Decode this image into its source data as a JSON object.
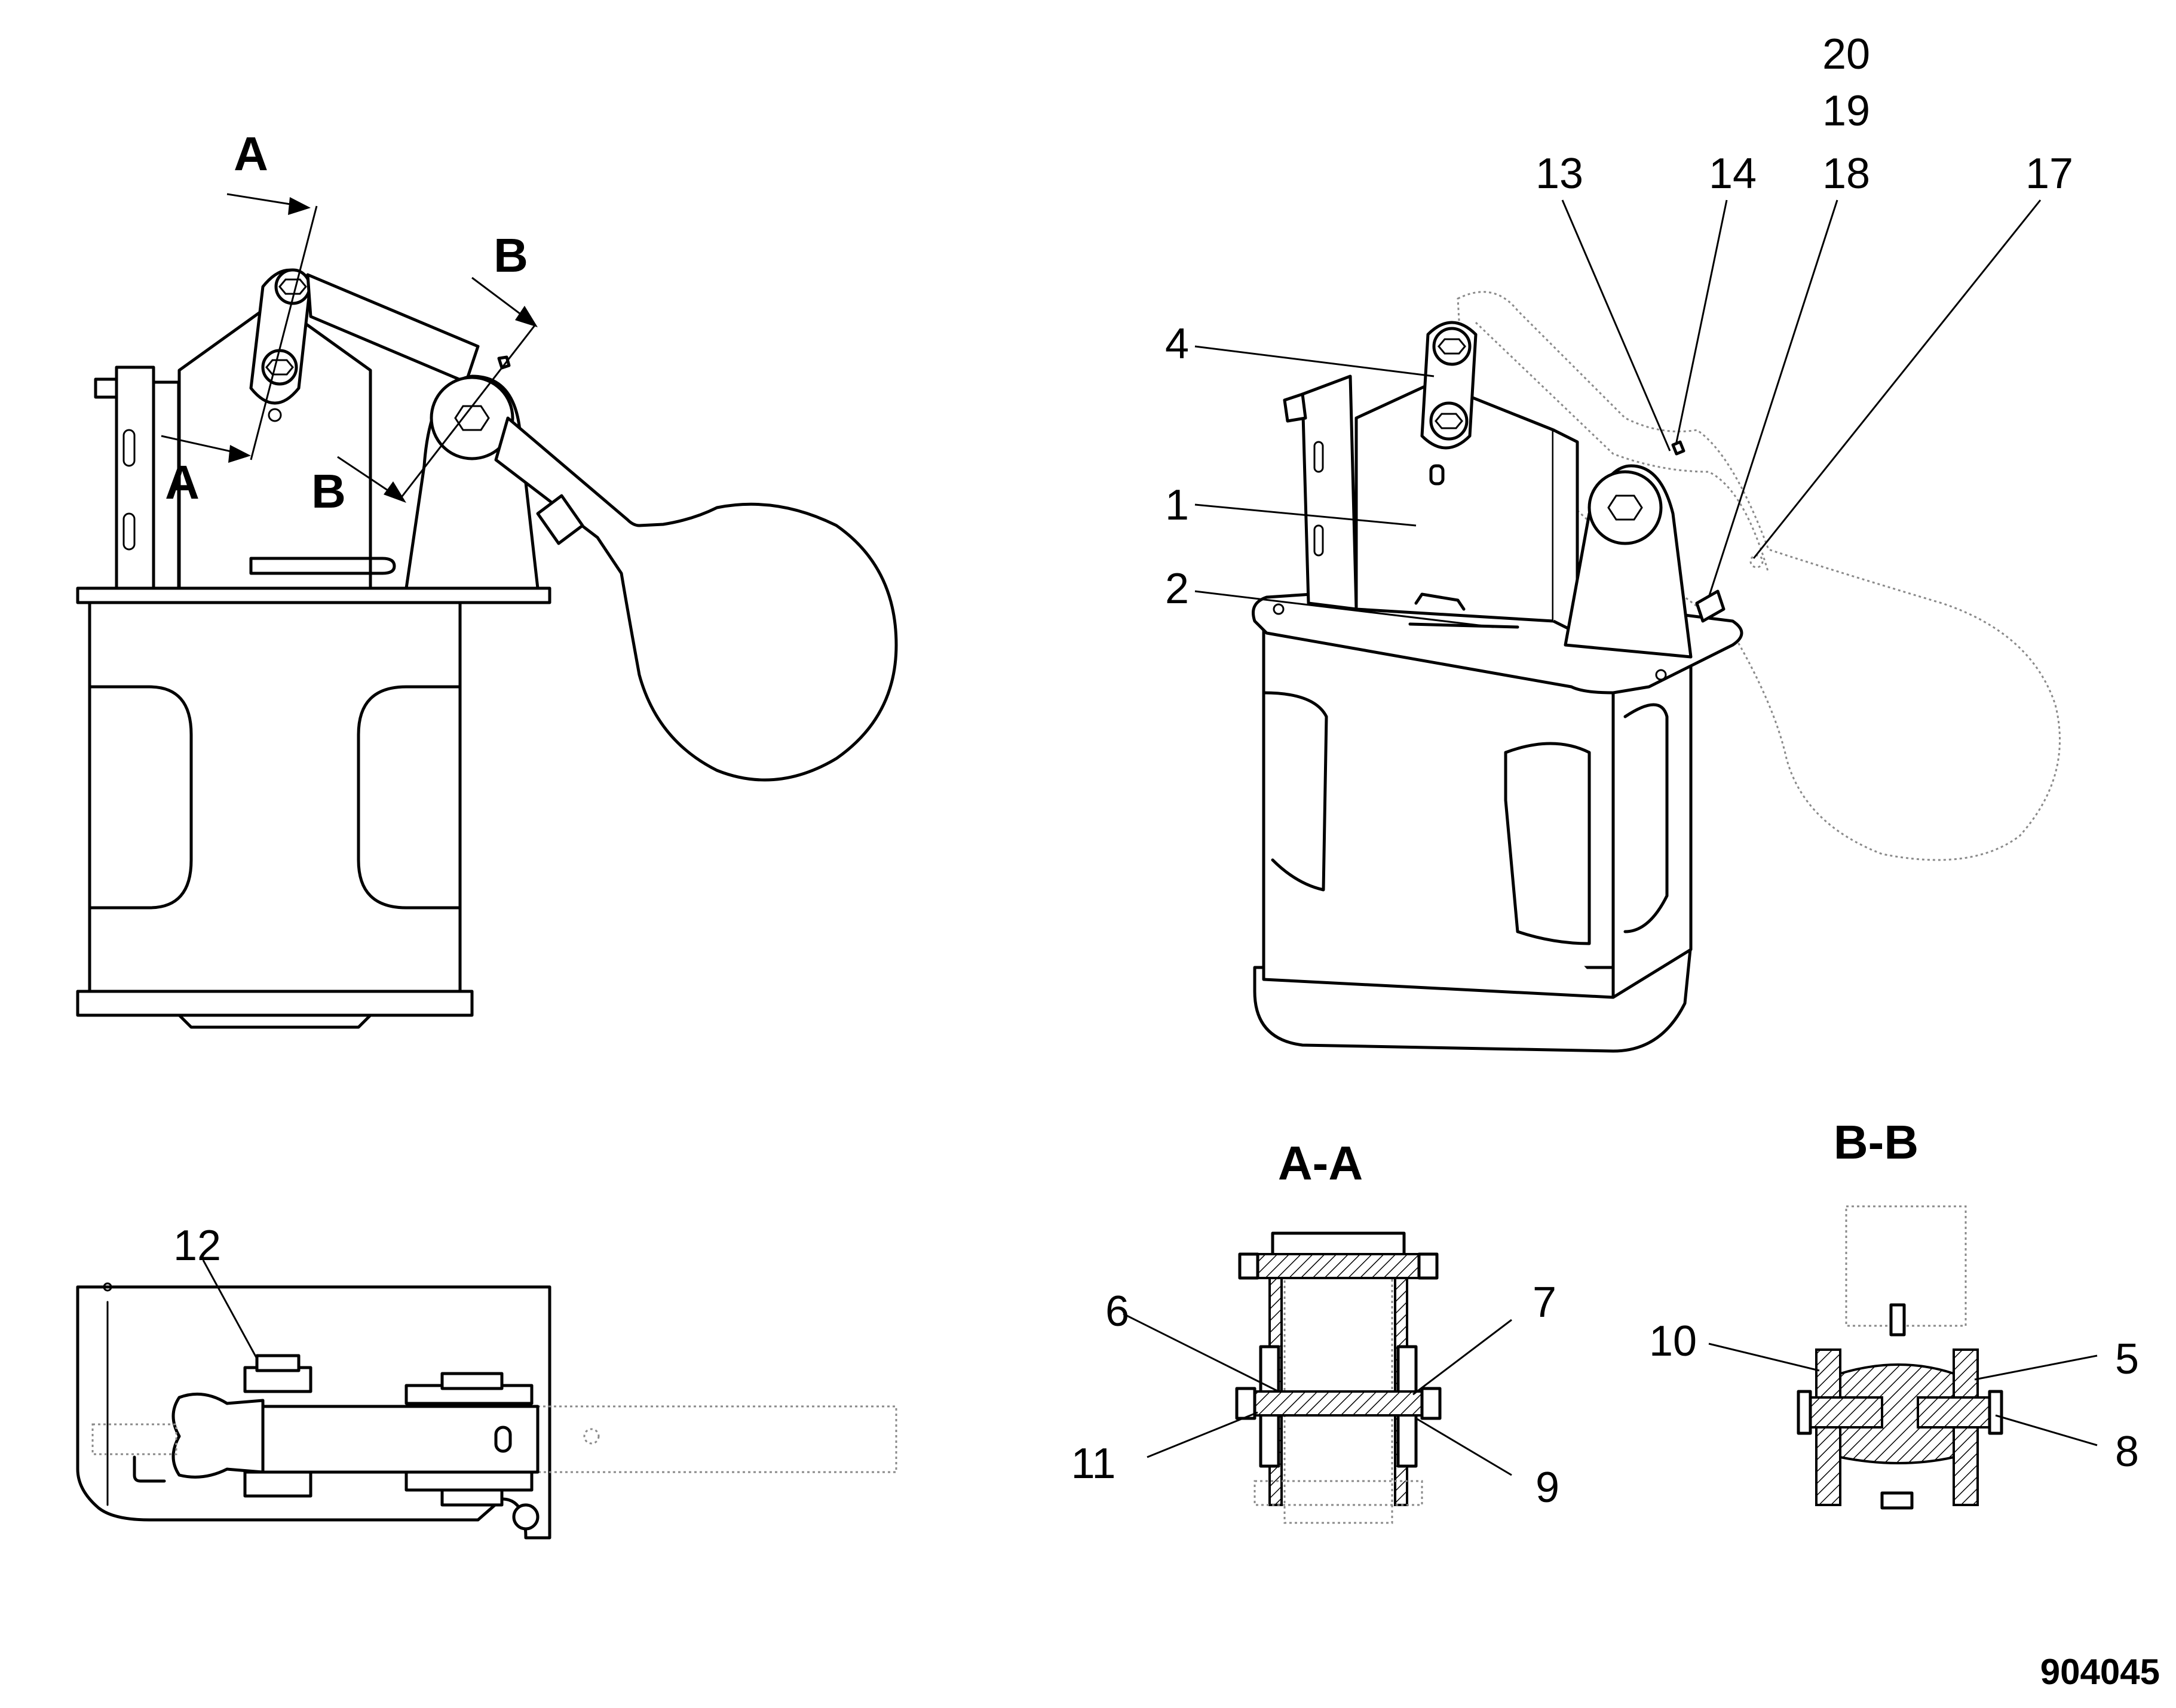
{
  "section_markers": {
    "a_top": "A",
    "a_bottom": "A",
    "b_top": "B",
    "b_bottom": "B"
  },
  "callouts": {
    "c1": "1",
    "c2": "2",
    "c4": "4",
    "c5": "5",
    "c6": "6",
    "c7": "7",
    "c8": "8",
    "c9": "9",
    "c10": "10",
    "c11": "11",
    "c12": "12",
    "c13": "13",
    "c14": "14",
    "c17": "17",
    "c18": "18",
    "c19": "19",
    "c20": "20"
  },
  "section_titles": {
    "aa": "A-A",
    "bb": "B-B"
  },
  "drawing_number": "904045"
}
